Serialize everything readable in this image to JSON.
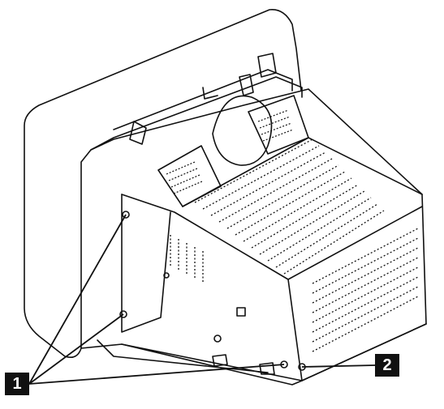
{
  "callouts": [
    {
      "label": "1",
      "meaning": "screws"
    },
    {
      "label": "2",
      "meaning": "screw"
    }
  ]
}
